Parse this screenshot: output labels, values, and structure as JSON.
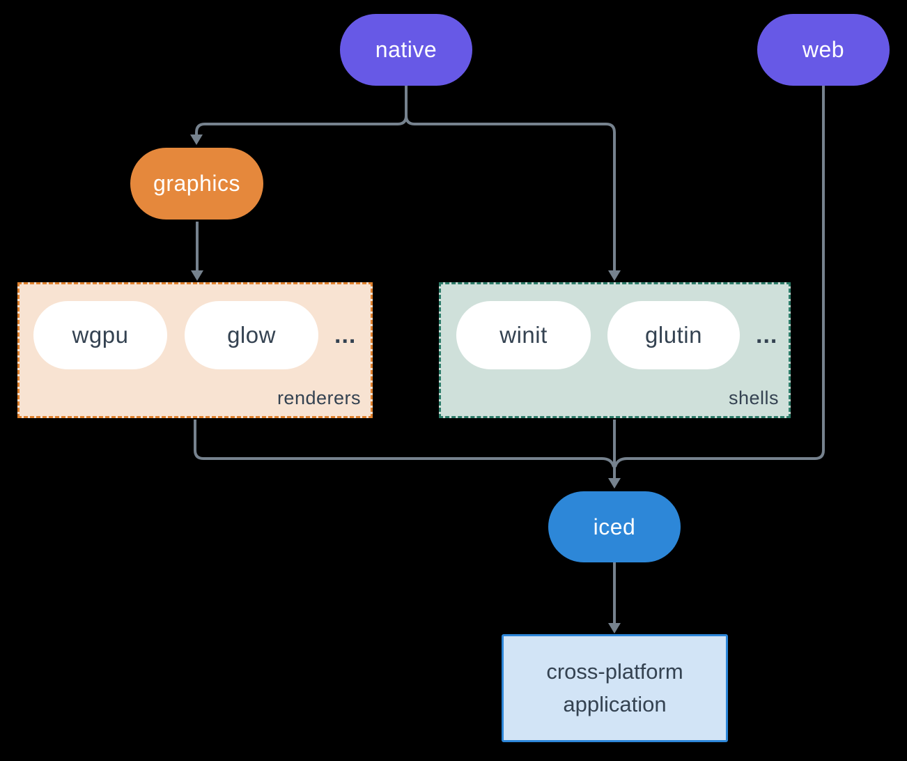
{
  "canvas": {
    "background": "#000000",
    "edge_color": "#76828e"
  },
  "nodes": {
    "native": {
      "label": "native",
      "fill": "#6759e6",
      "text_color": "#ffffff"
    },
    "web": {
      "label": "web",
      "fill": "#6759e6",
      "text_color": "#ffffff"
    },
    "graphics": {
      "label": "graphics",
      "fill": "#e5883c",
      "text_color": "#ffffff"
    },
    "iced": {
      "label": "iced",
      "fill": "#2d87d8",
      "text_color": "#ffffff"
    },
    "application": {
      "label": "cross-platform application",
      "fill": "#d2e4f6",
      "border": "#2d86d8",
      "text_color": "#344251"
    }
  },
  "groups": {
    "renderers": {
      "label": "renderers",
      "fill": "#f8e3d2",
      "border": "#df812e",
      "items": [
        {
          "label": "wgpu"
        },
        {
          "label": "glow"
        }
      ],
      "ellipsis": "...",
      "item_text_color": "#344251"
    },
    "shells": {
      "label": "shells",
      "fill": "#cfe0da",
      "border": "#2d7c69",
      "items": [
        {
          "label": "winit"
        },
        {
          "label": "glutin"
        }
      ],
      "ellipsis": "...",
      "item_text_color": "#344251"
    }
  }
}
